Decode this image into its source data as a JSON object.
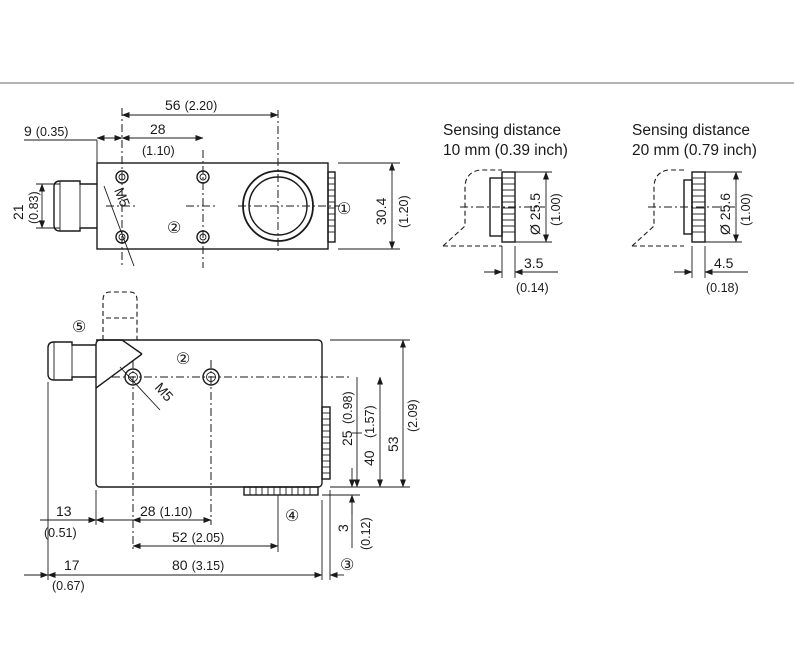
{
  "labels": {
    "sd1_title": "Sensing distance",
    "sd1_value": "10 mm (0.39 inch)",
    "sd2_title": "Sensing distance",
    "sd2_value": "20 mm (0.79 inch)",
    "thread_top": "M5",
    "thread_side": "M5"
  },
  "callouts": {
    "c1": "①",
    "c2_top": "②",
    "c2_side": "②",
    "c3": "③",
    "c4": "④",
    "c5": "⑤"
  },
  "top_view": {
    "d56": "56",
    "d56_in": "(2.20)",
    "d9": "9",
    "d9_in": "(0.35)",
    "d28": "28",
    "d28_in": "(1.10)",
    "d21": "21",
    "d21_in": "(0.83)",
    "d304": "30.4",
    "d304_in": "(1.20)"
  },
  "sd1": {
    "dia": "Ø 25.5",
    "dia_in": "(1.00)",
    "d": "3.5",
    "d_in": "(0.14)"
  },
  "sd2": {
    "dia": "Ø 25.6",
    "dia_in": "(1.00)",
    "d": "4.5",
    "d_in": "(0.18)"
  },
  "side_view": {
    "d25": "25",
    "d25_in": "(0.98)",
    "d40": "40",
    "d40_in": "(1.57)",
    "d53": "53",
    "d53_in": "(2.09)",
    "d13": "13",
    "d13_in": "(0.51)",
    "d28": "28",
    "d28_in": "(1.10)",
    "d52": "52",
    "d52_in": "(2.05)",
    "d3": "3",
    "d3_in": "(0.12)",
    "d17": "17",
    "d17_in": "(0.67)",
    "d80": "80",
    "d80_in": "(3.15)"
  }
}
